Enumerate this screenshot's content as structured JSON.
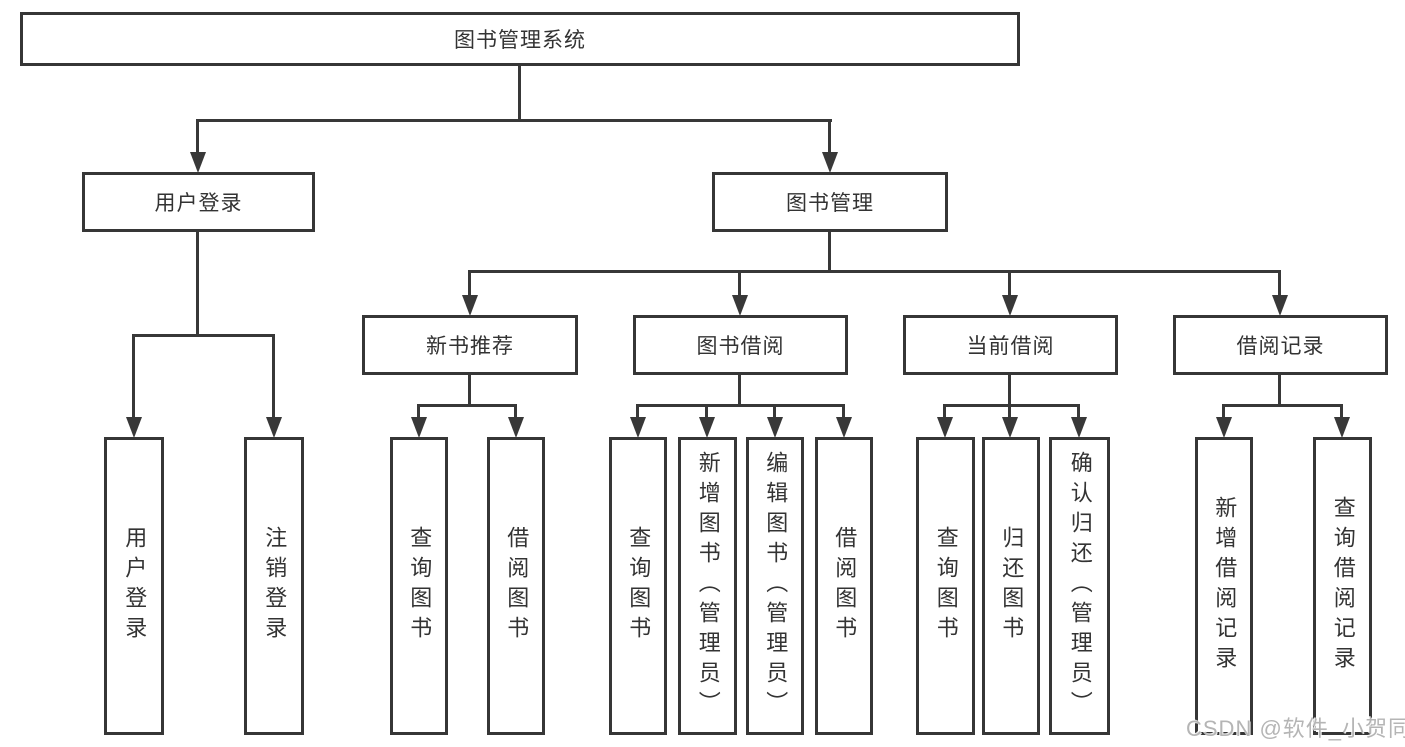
{
  "diagram": {
    "root": "图书管理系统",
    "level1": {
      "user_login": "用户登录",
      "book_mgmt": "图书管理"
    },
    "level2": {
      "new_book": "新书推荐",
      "book_borrow": "图书借阅",
      "current_borrow": "当前借阅",
      "borrow_record": "借阅记录"
    },
    "leaves": {
      "user_login_leaf": "用户登录",
      "logout": "注销登录",
      "nb_query": "查询图书",
      "nb_borrow": "借阅图书",
      "bb_query": "查询图书",
      "bb_add": "新增图书（管理员）",
      "bb_edit": "编辑图书（管理员）",
      "bb_borrow": "借阅图书",
      "cb_query": "查询图书",
      "cb_return": "归还图书",
      "cb_confirm": "确认归还（管理员）",
      "br_add": "新增借阅记录",
      "br_query": "查询借阅记录"
    }
  },
  "watermark": "CSDN @软件_小贺同学",
  "colors": {
    "line": "#383838",
    "box_border": "#363636",
    "text": "#333333",
    "watermark": "#b5b5b5",
    "background": "#ffffff"
  }
}
